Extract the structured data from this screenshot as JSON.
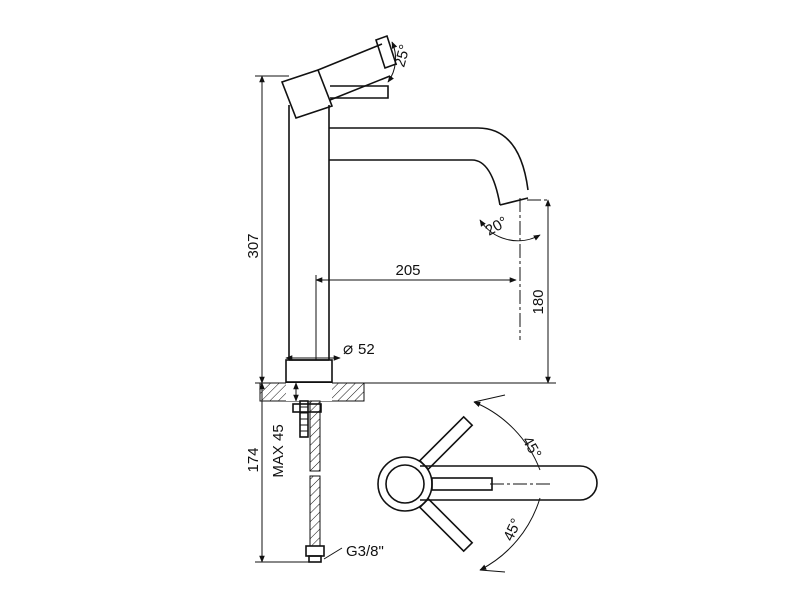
{
  "dimensions": {
    "total_height": "307",
    "reach": "205",
    "spout_height": "180",
    "base_diameter": "52",
    "diameter_symbol": "⌀",
    "below_deck": "174",
    "max_deck_thickness": "MAX 45",
    "connection_thread": "G3/8\"",
    "lever_angle_side": "25°",
    "spout_angle": "20°",
    "lever_swing_left": "45°",
    "lever_swing_right": "45°"
  },
  "colors": {
    "line": "#111111",
    "background": "#ffffff"
  }
}
